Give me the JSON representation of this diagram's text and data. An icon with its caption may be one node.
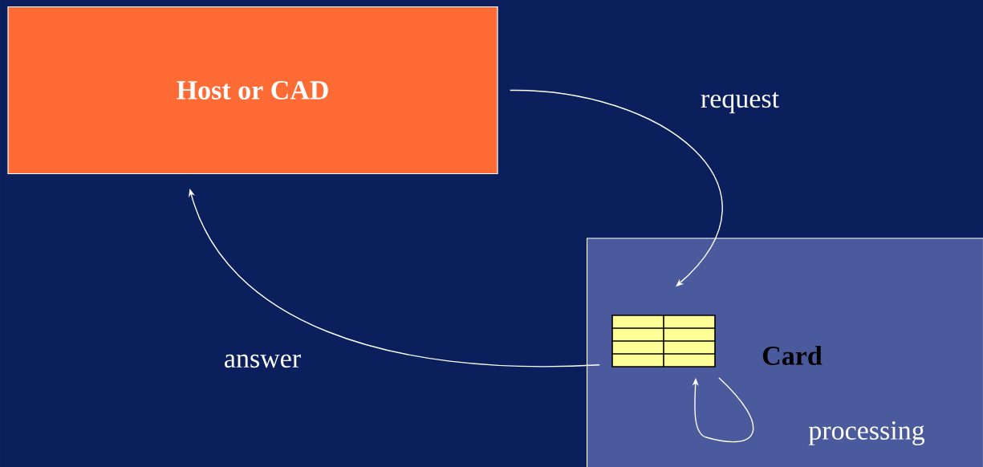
{
  "diagram": {
    "nodes": [
      {
        "text": [
          "Host or CAD"
        ]
      },
      {
        "text": [
          "Card"
        ]
      },
      {
        "text": [],
        "shape": "box",
        "in": 1
      }
    ],
    "edges": [
      {
        "from": 0,
        "to": 2,
        "arrow": "to",
        "label": "request"
      },
      {
        "from": 2,
        "to": 0,
        "arrow": "to",
        "label": "answer"
      },
      {
        "from": 2,
        "to": 2,
        "arrow": "to",
        "label": "processing"
      }
    ]
  }
}
